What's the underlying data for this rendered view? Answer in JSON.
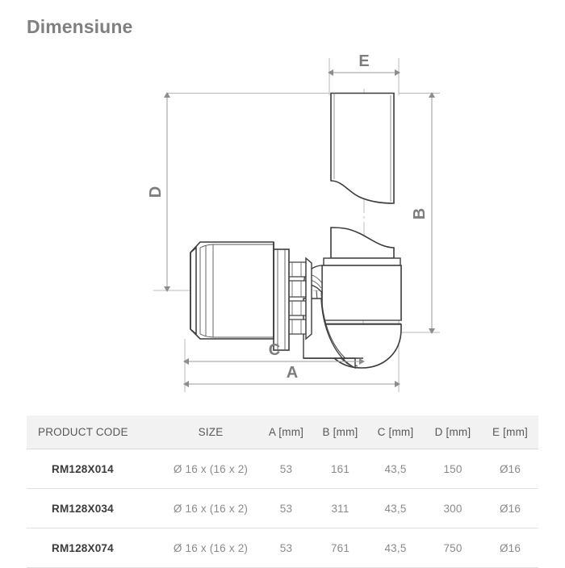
{
  "page": {
    "title": "Dimensiune"
  },
  "drawing": {
    "dimension_labels": {
      "a": "A",
      "b": "B",
      "c": "C",
      "d": "D",
      "e": "E"
    },
    "colors": {
      "dimension_line": "#9a9a98",
      "dimension_text": "#7d7d7b",
      "outline": "#3c3c3c",
      "thin_line": "#6e6e6e",
      "centerline": "#b9b9b9"
    },
    "description": "Technical cross-section drawing of a press-fit elbow wall plate fitting"
  },
  "table": {
    "columns": [
      {
        "key": "code",
        "label": "PRODUCT CODE"
      },
      {
        "key": "size",
        "label": "SIZE"
      },
      {
        "key": "a",
        "label": "A [mm]"
      },
      {
        "key": "b",
        "label": "B [mm]"
      },
      {
        "key": "c",
        "label": "C [mm]"
      },
      {
        "key": "d",
        "label": "D [mm]"
      },
      {
        "key": "e",
        "label": "E [mm]"
      }
    ],
    "rows": [
      {
        "code": "RM128X014",
        "size": "Ø 16 x (16 x 2)",
        "a": "53",
        "b": "161",
        "c": "43,5",
        "d": "150",
        "e": "Ø16"
      },
      {
        "code": "RM128X034",
        "size": "Ø 16 x (16 x 2)",
        "a": "53",
        "b": "311",
        "c": "43,5",
        "d": "300",
        "e": "Ø16"
      },
      {
        "code": "RM128X074",
        "size": "Ø 16 x (16 x 2)",
        "a": "53",
        "b": "761",
        "c": "43,5",
        "d": "750",
        "e": "Ø16"
      }
    ]
  }
}
